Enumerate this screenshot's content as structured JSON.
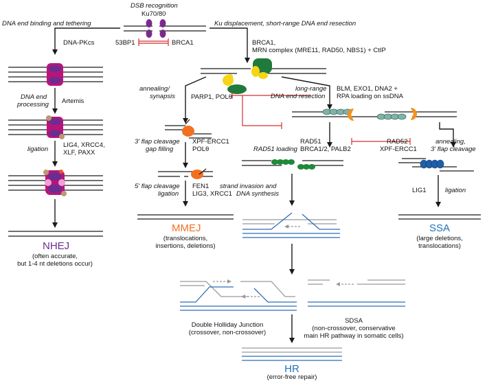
{
  "colors": {
    "nhej": "#6b2d8f",
    "mmej": "#f37021",
    "ssa": "#1d72b8",
    "hr": "#1d72b8",
    "inhibition": "#d62d2d",
    "ku": "#7b2a8c",
    "mre11": "#1f7a3c",
    "ctip": "#f5d515",
    "parp1": "#f5d515",
    "polq": "#1f7a3c",
    "exo": "#f5901e",
    "rpa": "#7fb3a6",
    "rad51": "#1e8a3a",
    "rad52": "#1f5fa8",
    "nhej_complex": "#b9147c",
    "hr_strand": "#2b6cb7",
    "dna": "#1a1a1a"
  },
  "labels": {
    "dsb_recognition": "DSB recognition",
    "ku7080": "Ku70/80",
    "dna_end_binding": "DNA end binding and tethering",
    "ku_displacement": "Ku displacement, short-range DNA end resection",
    "dna_pkcs": "DNA-PKcs",
    "bp53": "53BP1",
    "brca1_inh": "BRCA1",
    "brca1_mrn_1": "BRCA1,",
    "brca1_mrn_2": "MRN complex (MRE11, RAD50, NBS1) + CtIP",
    "dna_end_processing_1": "DNA end",
    "dna_end_processing_2": "processing",
    "artemis": "Artemis",
    "annealing_1": "annealing/",
    "annealing_2": "synapsis",
    "parp1_polq": "PARP1, POLθ",
    "long_range_1": "long-range",
    "long_range_2": "DNA end resection",
    "blm_1": "BLM, EXO1, DNA2 +",
    "blm_2": "RPA loading on ssDNA",
    "ligation_nhej": "ligation",
    "lig4_1": "LIG4, XRCC4,",
    "lig4_2": "XLF, PAXX",
    "flap3_1": "3' flap cleavage",
    "flap3_2": "gap filling",
    "xpf_1": "XPF-ERCC1",
    "xpf_2": "POLθ",
    "rad51_loading": "RAD51 loading",
    "rad51_1": "RAD51",
    "rad51_2": "BRCA1/2, PALB2",
    "rad52_1": "RAD52",
    "rad52_2": "XPF-ERCC1",
    "annealing_ssa_1": "annealing,",
    "annealing_ssa_2": "3' flap cleavage",
    "flap5_1": "5' flap cleavage",
    "flap5_2": "ligation",
    "fen1_1": "FEN1",
    "fen1_2": "LIG3, XRCC1",
    "strand_inv_1": "strand invasion and",
    "strand_inv_2": "DNA synthesis",
    "lig1": "LIG1",
    "ligation_ssa": "ligation",
    "nhej": "NHEJ",
    "nhej_note_1": "(often accurate,",
    "nhej_note_2": "but 1-4 nt deletions occur)",
    "mmej": "MMEJ",
    "mmej_note_1": "(translocations,",
    "mmej_note_2": "insertions, deletions)",
    "ssa": "SSA",
    "ssa_note_1": "(large deletions,",
    "ssa_note_2": "translocations)",
    "dhj_1": "Double Holliday Junction",
    "dhj_2": "(crossover, non-crossover)",
    "sdsa_1": "SDSA",
    "sdsa_2": "(non-crossover, conservative",
    "sdsa_3": "main HR pathway in somatic cells)",
    "hr": "HR",
    "hr_note": "(error-free repair)"
  }
}
